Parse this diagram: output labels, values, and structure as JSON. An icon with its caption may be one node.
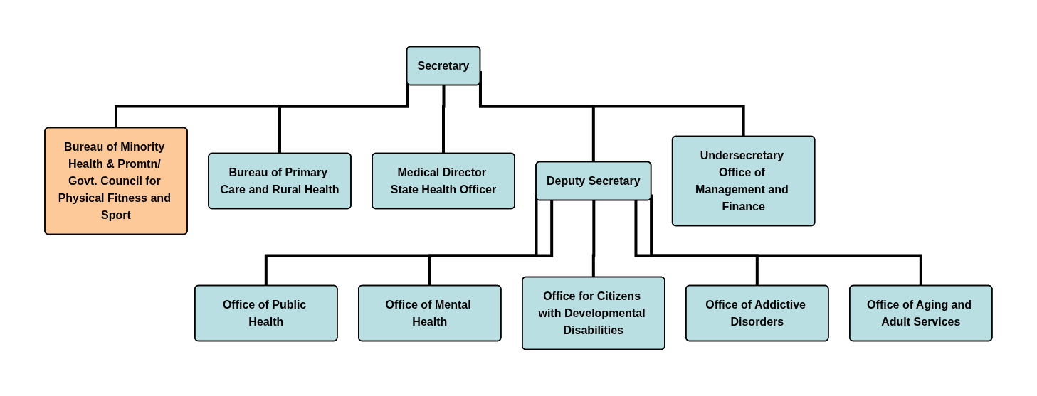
{
  "diagram": {
    "nodes": [
      {
        "text": [
          "Secretary"
        ]
      },
      {
        "text": [
          "Bureau of Minority Health & Promtn/ Govt. Council for Physical Fitness and Sport"
        ]
      },
      {
        "text": [
          "Bureau of Primary Care and Rural Health"
        ]
      },
      {
        "text": [
          "Medical Director State Health Officer"
        ]
      },
      {
        "text": [
          "Deputy Secretary"
        ]
      },
      {
        "text": [
          "Undersecretary Office of Management and Finance"
        ]
      },
      {
        "text": [
          "Office of Public Health"
        ]
      },
      {
        "text": [
          "Office of Mental Health"
        ]
      },
      {
        "text": [
          "Office for Citizens with Developmental Disabilities"
        ]
      },
      {
        "text": [
          "Office of Addictive Disorders"
        ]
      },
      {
        "text": [
          "Office of Aging and Adult Services"
        ]
      }
    ],
    "edges": [
      {
        "from": 0,
        "to": 1,
        "arrow": "none"
      },
      {
        "from": 0,
        "to": 2,
        "arrow": "none"
      },
      {
        "from": 0,
        "to": 3,
        "arrow": "none"
      },
      {
        "from": 0,
        "to": 4,
        "arrow": "none"
      },
      {
        "from": 0,
        "to": 5,
        "arrow": "none"
      },
      {
        "from": 4,
        "to": 6,
        "arrow": "none"
      },
      {
        "from": 4,
        "to": 7,
        "arrow": "none"
      },
      {
        "from": 4,
        "to": 8,
        "arrow": "none"
      },
      {
        "from": 4,
        "to": 9,
        "arrow": "none"
      },
      {
        "from": 4,
        "to": 10,
        "arrow": "none"
      }
    ]
  }
}
